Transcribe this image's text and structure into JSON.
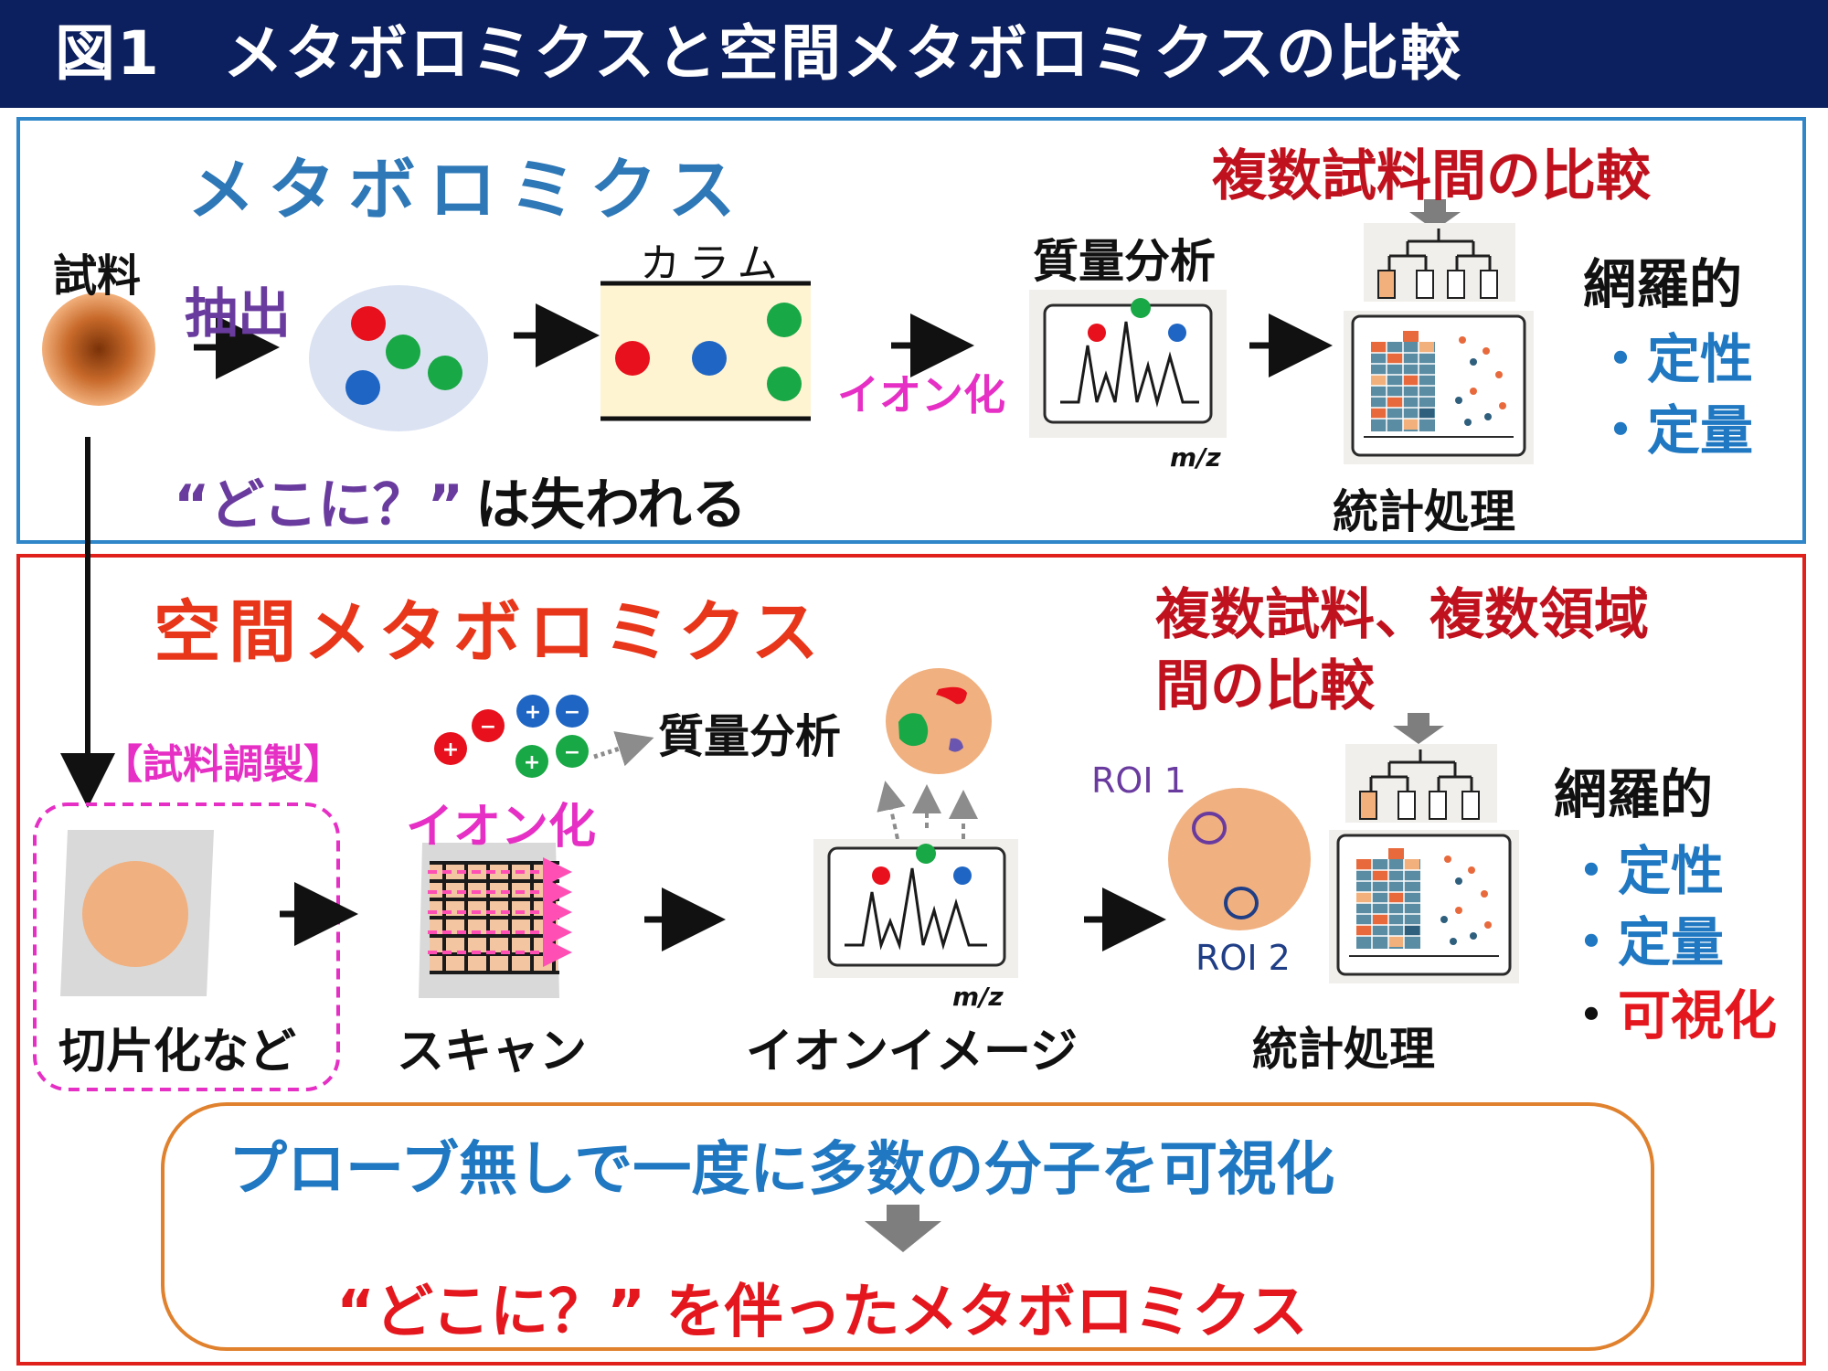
{
  "title": "図1　メタボロミクスと空間メタボロミクスの比較",
  "colors": {
    "title_bg": "#0c1f5e",
    "metabolomics_border": "#2f86c8",
    "spatial_border": "#e0201b",
    "heading_blue": "#2e78b8",
    "heading_red": "#e8361a",
    "dark_red": "#c0121e",
    "purple": "#6a3b9e",
    "magenta": "#e62fc4",
    "blue_text": "#1f78c1",
    "red_text": "#e4171e",
    "bottom_box_border": "#e0812e",
    "tissue": "#f0b07f"
  },
  "metabolomics": {
    "heading": "メタボロミクス",
    "sample_label": "試料",
    "extraction_label": "抽出",
    "column_label": "カラム",
    "ionization_label": "イオン化",
    "mass_spec_label": "質量分析",
    "mz_label": "m/z",
    "comparison_label": "複数試料間の比較",
    "stats_label": "統計処理",
    "comprehensive_label": "網羅的",
    "bullet_qualitative": "・定性",
    "bullet_quantitative": "・定量",
    "lost_where_quote": "“どこに？”",
    "lost_where_rest": "は失われる"
  },
  "spatial": {
    "heading": "空間メタボロミクス",
    "comparison_line1": "複数試料、複数領域",
    "comparison_line2": "間の比較",
    "sample_prep_label": "【試料調製】",
    "sectioning_label": "切片化など",
    "ionization_label": "イオン化",
    "mass_spec_label": "質量分析",
    "scan_label": "スキャン",
    "ion_image_label": "イオンイメージ",
    "mz_label": "m/z",
    "roi1_label": "ROI 1",
    "roi2_label": "ROI 2",
    "stats_label": "統計処理",
    "comprehensive_label": "網羅的",
    "bullet_qualitative": "・定性",
    "bullet_quantitative": "・定量",
    "bullet_visualization_dot": "・",
    "bullet_visualization_text": "可視化"
  },
  "conclusion": {
    "line1": "プローブ無しで一度に多数の分子を可視化",
    "line2": "“どこに？” を伴ったメタボロミクス"
  }
}
